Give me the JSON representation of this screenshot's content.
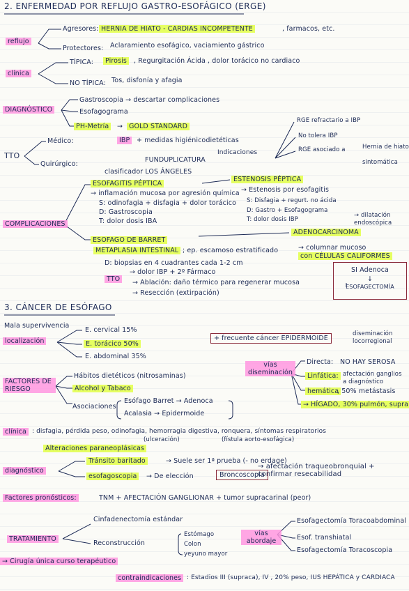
{
  "s1": {
    "title": "2. ENFERMEDAD POR REFLUJO GASTRO-ESOFÁGICO (ERGE)",
    "reflujo": "reflujo",
    "agresores": "Agresores:",
    "agresores_hl": "HERNIA DE HIATO - CARDIAS INCOMPETENTE",
    "agresores_rest": ", farmacos, etc.",
    "protectores": "Protectores:",
    "protectores_txt": "Aclaramiento esofágico, vaciamiento gástrico",
    "clinica": "clínica",
    "tipica": "TÍPICA:",
    "tipica_txt": "Pirosis",
    "tipica_rest": ", Regurgitación Ácida , dolor torácico no cardiaco",
    "notipica": "NO TÍPICA:",
    "notipica_txt": "Tos, disfonía y afagia",
    "diagnostico": "DIAGNÓSTICO",
    "dx1": "Gastroscopia → descartar complicaciones",
    "dx2": "Esofagograma",
    "dx3": "PH-Metría",
    "dx3_arrow": "→",
    "dx3_hl": "GOLD STANDARD",
    "tto": "TTO",
    "medico": "Médico:",
    "ibp": "IBP",
    "medico_rest": "+ medidas higiénicodietéticas",
    "quirurgico": "Quirúrgico:",
    "fundu": "FUNDUPLICATURA",
    "indicaciones": "Indicaciones",
    "clasif": "clasificador LOS ÁNGELES",
    "ind1": "RGE refractario a IBP",
    "ind2": "No tolera IBP",
    "ind3": "RGE asociado a",
    "ind3b": "Hernia de hiato",
    "ind3c": "sintomática",
    "complicaciones": "COMPLICACIONES",
    "esofagitis": "ESOFAGITIS PÉPTICA",
    "esof1": "→ inflamación mucosa por agresión química",
    "esof2": "S: odinofagia + disfagia + dolor torácico",
    "esof3": "D: Gastroscopia",
    "esof4": "T: dolor dosis IBA",
    "estenosis": "ESTENOSIS PÉPTICA",
    "est1": "→ Estenosis por esofagitis",
    "est2": "S: Disfagia + regurt. no ácida",
    "est3": "D: Gastro + Esofagograma",
    "est4": "T: dolor dosis IBP",
    "est5": "→ dilatación endoscópica",
    "barret": "ESOFAGO DE BARRET",
    "adeno": "ADENOCARCINOMA",
    "meta": "METAPLASIA INTESTINAL",
    "meta_rest": "; ep. escamoso estratificado",
    "meta_arrow": "→ columnar mucoso",
    "celulas": "con CÉLULAS CALIFORMES",
    "biopsia": "D: biopsias en 4 cuadrantes cada 1-2 cm",
    "tto2": "TTO",
    "tt1": "→ dolor IBP + 2º Fármaco",
    "tt2": "→ Ablación: daño térmico para regenerar mucosa",
    "tt3": "→ Resección (extirpación)",
    "sibox1": "SI Adenoca",
    "sibox2": "ESOFAGECTOMÍA"
  },
  "s2": {
    "title": "3. CÁNCER DE ESÓFAGO",
    "mala": "Mala supervivencia",
    "local": "localización",
    "loc1": "E. cervical 15%",
    "loc2": "E. torácico 50%",
    "loc3": "E. abdominal 35%",
    "frecuente": "+ frecuente cáncer EPIDERMOIDE",
    "disem_note": "diseminación locorregional",
    "factores": "FACTORES DE RIESGO",
    "fr1": "Hábitos dietéticos (nitrosaminas)",
    "fr2": "Alcohol y Tabaco",
    "fr3": "Asociaciones",
    "fr3a": "Esófago Barret → Adenoca",
    "fr3b": "Acalasia → Epidermoide",
    "vias": "vías diseminación",
    "vd1": "Directa:",
    "vd1b": "NO HAY SEROSA",
    "vd2": "Linfática:",
    "vd2b": "afectación ganglios a diagnóstico",
    "vd3": "hemática",
    "vd3b": ", 50% metástasis",
    "vd4": "→ HÍGADO, 30% pulmón, supra",
    "clinica": "clínica",
    "clin_txt": ": disfagia, pérdida peso, odinofagia, hemorragia digestiva, ",
    "clin_tail": "ronquera, síntomas respiratorios",
    "clin_sub1": "(ulceración)",
    "clin_sub2": "(fístula aorto-esofágica)",
    "paraneo": "Alteraciones paraneoplásicas",
    "dxlabel": "diagnóstico",
    "dx1": "Tránsito baritado",
    "dx1b": "→ Suele ser 1ª prueba (- no erdage)",
    "dx2": "esofagoscopia",
    "dx2b": "→ De elección",
    "dx3": "Broncoscopia",
    "dx3b": "→ afectación traqueobronquial + confirmar resecabilidad",
    "factores_pron": "Factores pronósticos:",
    "fp_txt": "TNM + AFECTACIÓN GANGLIONAR + tumor supracarinal (peor)",
    "cinfa": "Cinfadenectomía estándar",
    "tratamiento": "TRATAMIENTO",
    "recon": "Reconstrucción",
    "recon_opts": [
      "Estómago",
      "Colon",
      "yeyuno mayor"
    ],
    "cirugia": "→ Cirugía única curso terapéutico",
    "vias_ab": "vías abordaje",
    "va1": "Esofagectomía Toracoabdominal",
    "va2": "Esof. transhiatal",
    "va3": "Esofagectomía Toracoscopia",
    "contra": "contraindicaciones",
    "contra_txt": ": Estadios III (supraca), IV , 20% peso, IUS HEPÁTICA y CARDIACA"
  }
}
